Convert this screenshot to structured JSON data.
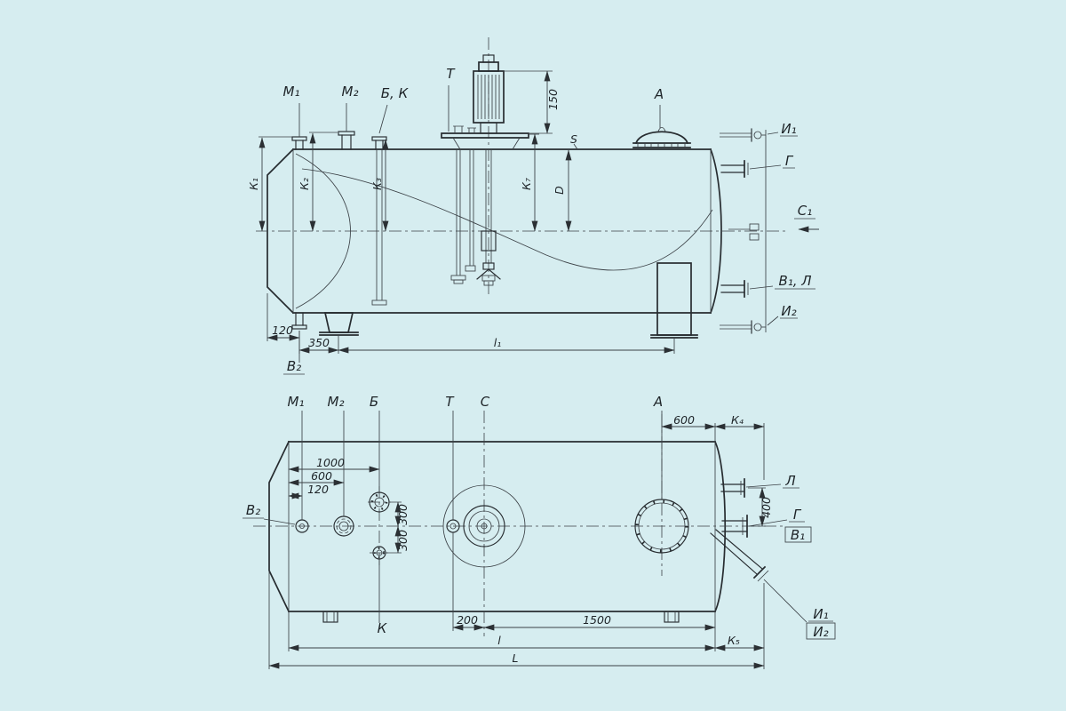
{
  "side": {
    "m1": "М₁",
    "m2": "М₂",
    "bk": "Б, К",
    "t": "Т",
    "a": "А",
    "i1": "И₁",
    "g": "Г",
    "c1": "С₁",
    "v1l": "В₁, Л",
    "i2": "И₂",
    "v2": "В₂",
    "k1": "К₁",
    "k2": "К₂",
    "k3": "К₃",
    "k7": "К₇",
    "D": "D",
    "S": "S",
    "h150": "150",
    "w120": "120",
    "w350": "350",
    "l1": "l₁"
  },
  "plan": {
    "m1": "М₁",
    "m2": "М₂",
    "b": "Б",
    "t": "Т",
    "c": "С",
    "a": "А",
    "e600": "600",
    "k4": "К₄",
    "l_noz": "Л",
    "g": "Г",
    "v1": "В₁",
    "v400": "400",
    "v2": "В₂",
    "w1000": "1000",
    "w600": "600",
    "w120": "120",
    "v300a": "300",
    "v300b": "300",
    "k": "К",
    "w200": "200",
    "w1500": "1500",
    "len_l": "l",
    "k5": "К₅",
    "len_L": "L",
    "i1": "И₁",
    "i2": "И₂"
  }
}
